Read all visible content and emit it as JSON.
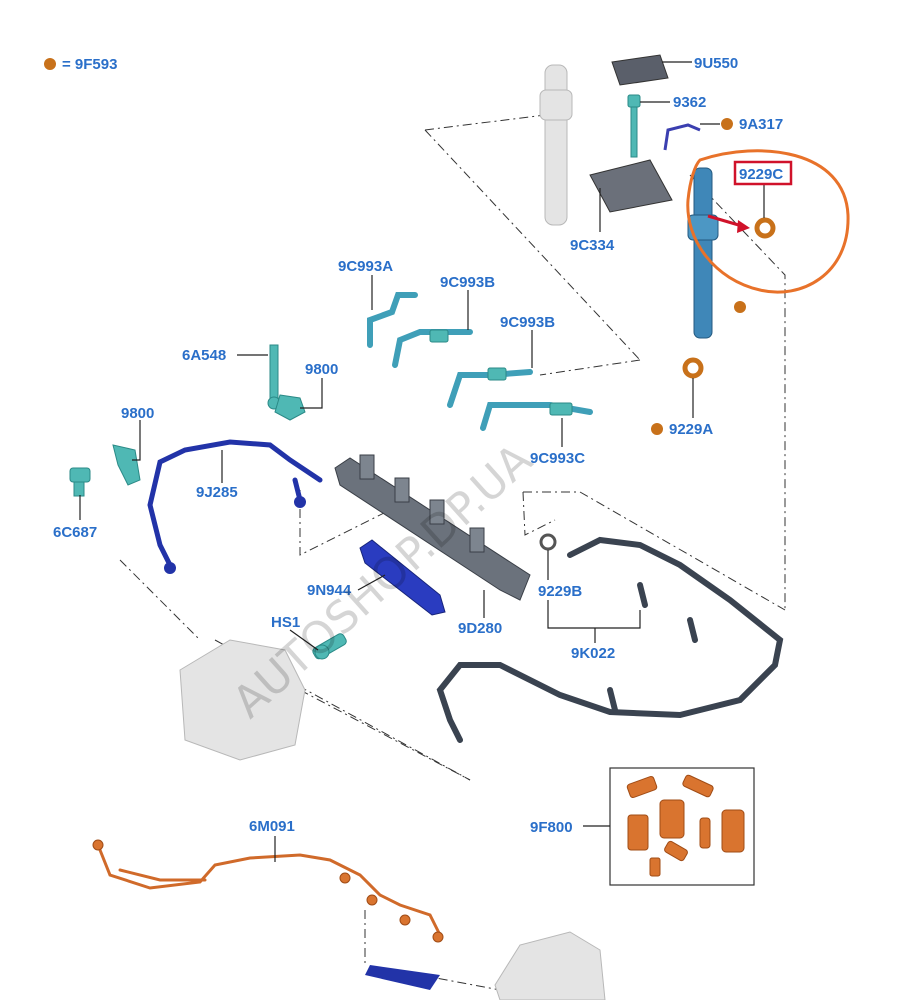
{
  "legend": {
    "dot_color": "#c8711a",
    "text": "= 9F593"
  },
  "callouts": {
    "c9U550": "9U550",
    "c9362": "9362",
    "c9A317": "9A317",
    "c9229C": "9229C",
    "c9C334": "9C334",
    "c9C993A": "9C993A",
    "c9C993B_1": "9C993B",
    "c9C993B_2": "9C993B",
    "c6A548": "6A548",
    "c9800_1": "9800",
    "c9800_2": "9800",
    "c9229A": "9229A",
    "c9C993C": "9C993C",
    "c9J285": "9J285",
    "c6C687": "6C687",
    "c9N944": "9N944",
    "cHS1": "HS1",
    "c9D280": "9D280",
    "c9229B": "9229B",
    "c9K022": "9K022",
    "c9F800": "9F800",
    "c6M091": "6M091"
  },
  "watermark": "AUTOSHOP.DP.UA",
  "colors": {
    "callout_text": "#2a6fc9",
    "highlight_circle": "#e8722a",
    "highlight_box": "#d0122a",
    "arrow": "#d0122a"
  }
}
